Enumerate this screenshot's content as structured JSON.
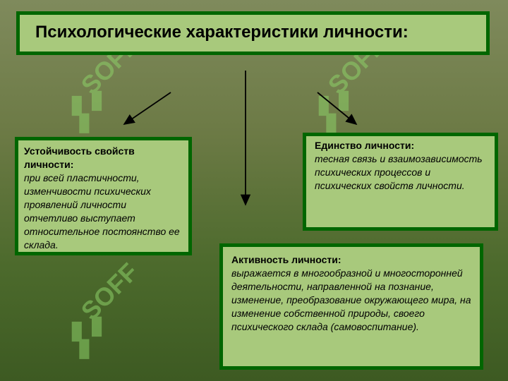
{
  "watermark_text": "SOFF",
  "title": "Психологические характеристики личности:",
  "cards": {
    "stability": {
      "heading": "Устойчивость свойств личности:",
      "body": "при всей пластичности, изменчивости психических проявлений личности отчетливо выступает относительное постоянство ее склада."
    },
    "unity": {
      "heading": "Единство личности:",
      "body": "тесная связь и взаимозависимость психических процессов и психических свойств личности."
    },
    "activity": {
      "heading": "Активность личности:",
      "body": "выражается в многообразной и многосторонней деятельности, направленной на познание, изменение, преобразование окружающего мира, на изменение собственной природы, своего психического склада (самовоспитание)."
    }
  },
  "colors": {
    "box_fill": "#a8c97c",
    "box_border": "#006600",
    "watermark": "#8fd06a"
  }
}
